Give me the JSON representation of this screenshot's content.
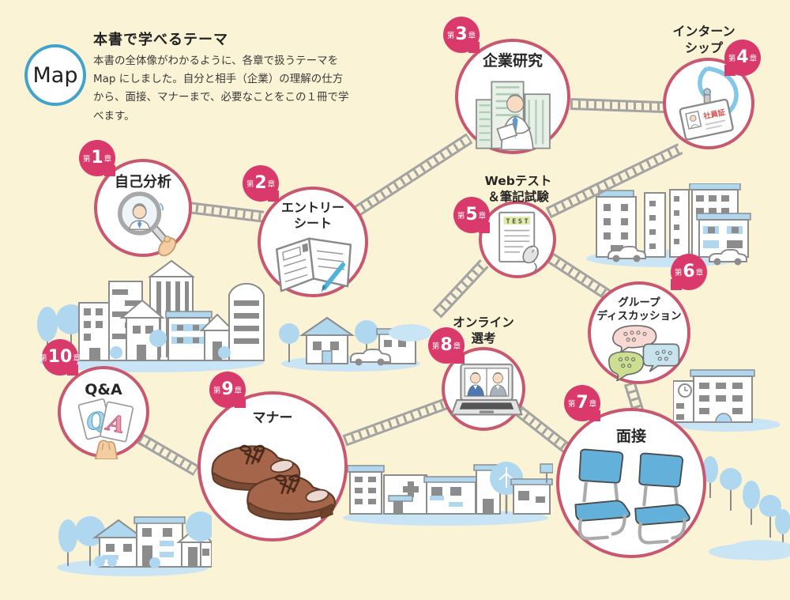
{
  "page": {
    "background_color": "#FAF3D5",
    "badge_color": "#D93A6B",
    "circle_border_color": "#C8576F",
    "map_circle_border_color": "#41A3C9"
  },
  "header": {
    "map_label": "Map",
    "title": "本書で学べるテーマ",
    "description": "本書の全体像がわかるように、各章で扱うテーマを Map にしました。自分と相手（企業）の理解の仕方から、面接、マナーまで、必要なことをこの１冊で学べます。"
  },
  "chapters": [
    {
      "badge_prefix": "第",
      "number": "1",
      "badge_suffix": "章",
      "label": "自己分析",
      "icon": "magnifying-glass-person-icon"
    },
    {
      "badge_prefix": "第",
      "number": "2",
      "badge_suffix": "章",
      "label": "エントリー\nシート",
      "icon": "entry-sheet-notebook-icon"
    },
    {
      "badge_prefix": "第",
      "number": "3",
      "badge_suffix": "章",
      "label": "企業研究",
      "icon": "office-buildings-person-icon"
    },
    {
      "badge_prefix": "第",
      "number": "4",
      "badge_suffix": "章",
      "label": "インターン\nシップ",
      "icon": "employee-id-badge-icon",
      "card_text": "社員証"
    },
    {
      "badge_prefix": "第",
      "number": "5",
      "badge_suffix": "章",
      "label": "Webテスト\n＆筆記試験",
      "icon": "test-paper-mouse-icon",
      "paper_text": "TEST"
    },
    {
      "badge_prefix": "第",
      "number": "6",
      "badge_suffix": "章",
      "label": "グループ\nディスカッション",
      "icon": "speech-bubbles-icon"
    },
    {
      "badge_prefix": "第",
      "number": "7",
      "badge_suffix": "章",
      "label": "面接",
      "icon": "interview-chairs-icon"
    },
    {
      "badge_prefix": "第",
      "number": "8",
      "badge_suffix": "章",
      "label": "オンライン\n選考",
      "icon": "laptop-video-call-icon"
    },
    {
      "badge_prefix": "第",
      "number": "9",
      "badge_suffix": "章",
      "label": "マナー",
      "icon": "leather-shoes-icon"
    },
    {
      "badge_prefix": "第",
      "number": "10",
      "badge_suffix": "章",
      "label": "Q&A",
      "icon": "qa-cards-hand-icon",
      "card_q": "Q",
      "card_a": "A"
    }
  ]
}
